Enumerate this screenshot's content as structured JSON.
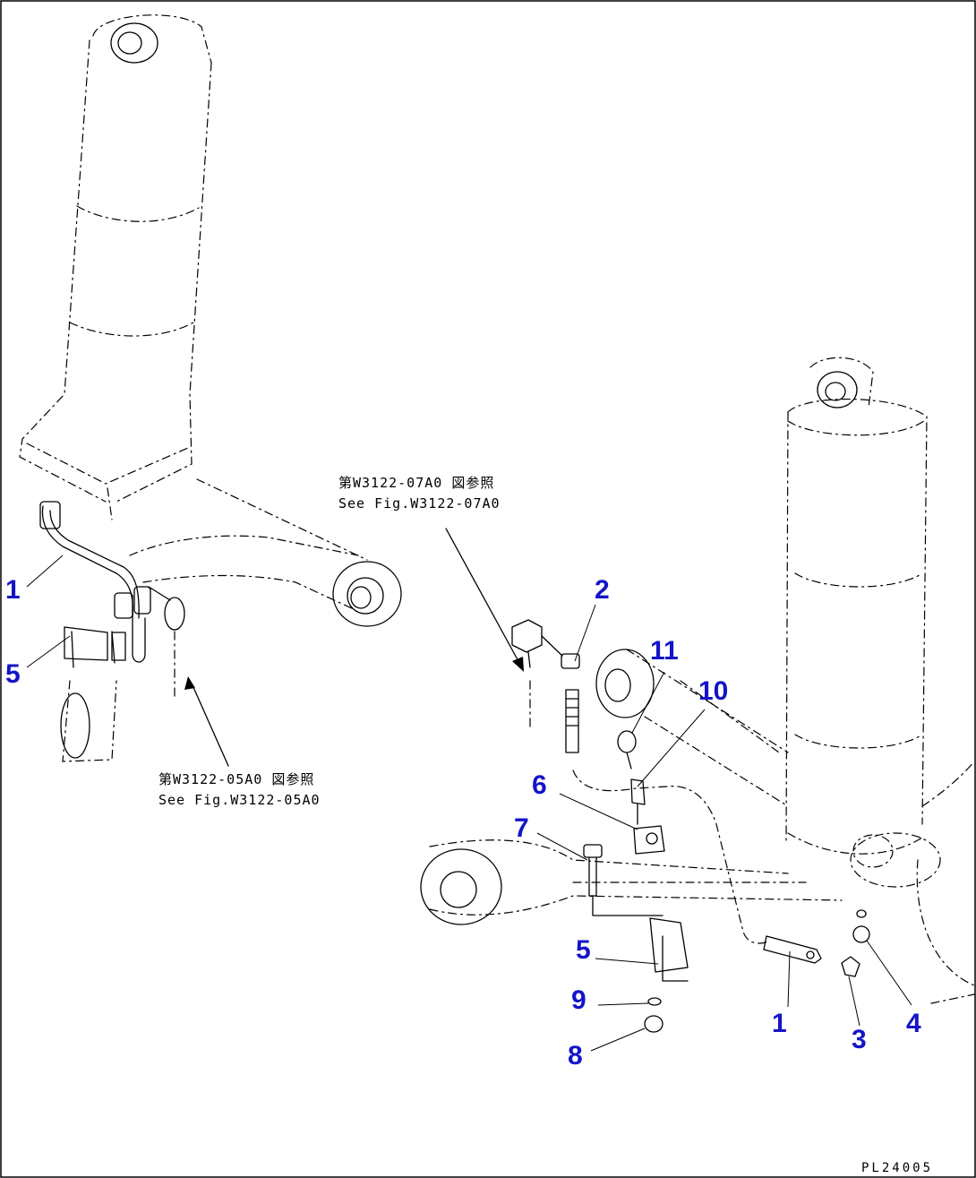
{
  "references": {
    "upper_jp": "第W3122-07A0 図参照",
    "upper_en": "See Fig.W3122-07A0",
    "lower_jp": "第W3122-05A0 図参照",
    "lower_en": "See Fig.W3122-05A0"
  },
  "callouts": {
    "left_1": "1",
    "left_5": "5",
    "c2": "2",
    "c11": "11",
    "c10": "10",
    "c6": "6",
    "c7": "7",
    "c5": "5",
    "c9": "9",
    "c8": "8",
    "c1": "1",
    "c3": "3",
    "c4": "4"
  },
  "drawing_code": "PL24005",
  "colors": {
    "callout": "#1414c8",
    "line": "#000000"
  }
}
